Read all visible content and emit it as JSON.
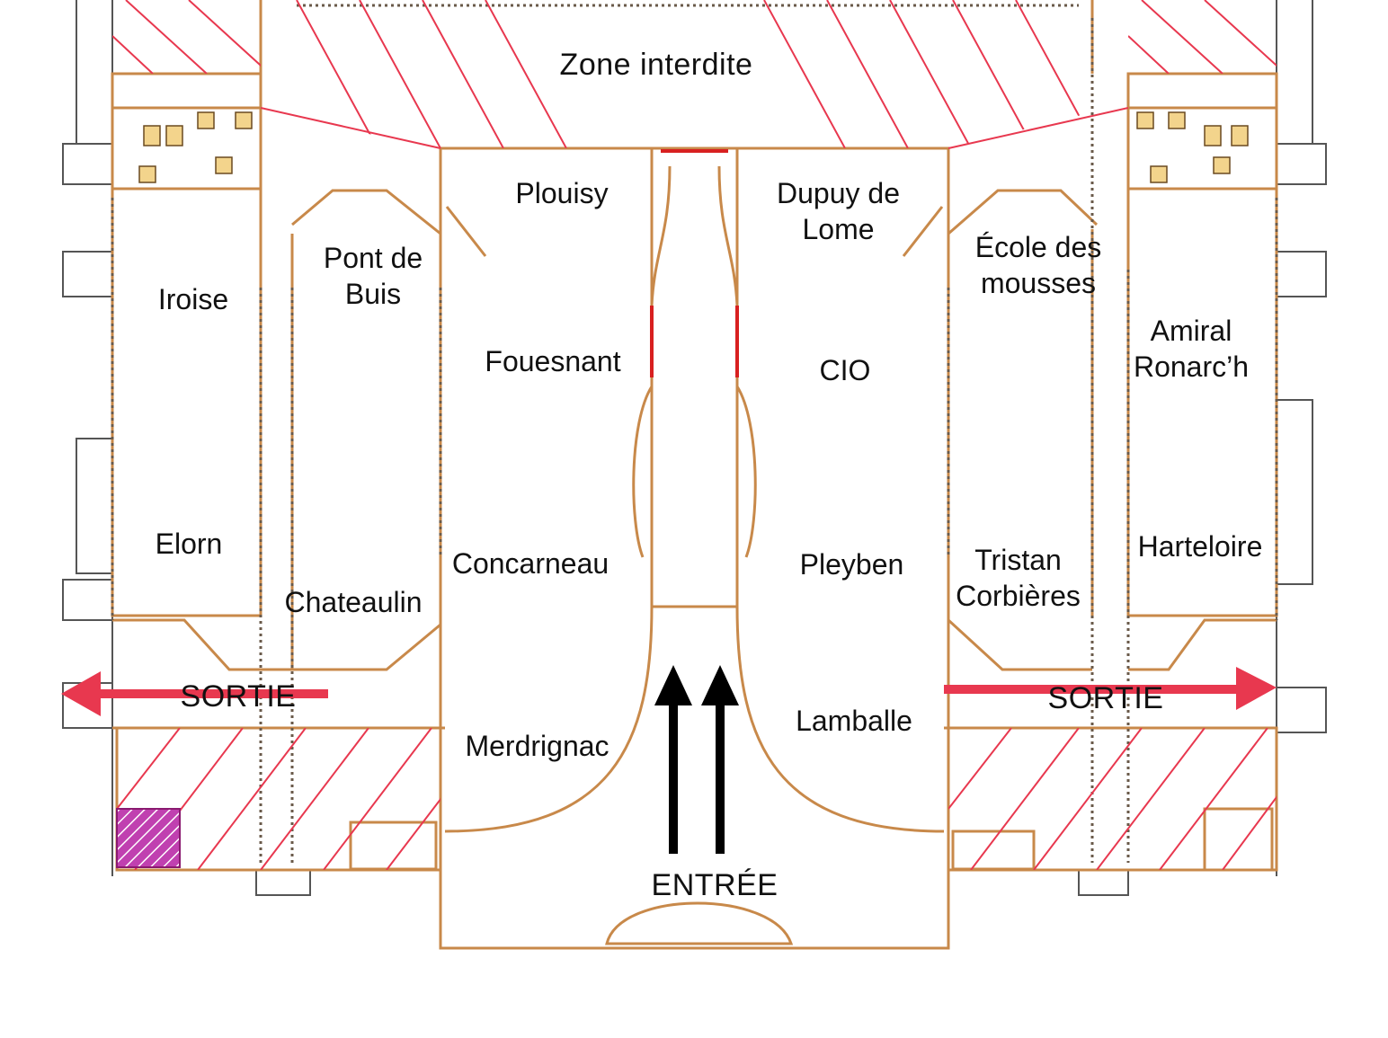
{
  "zones": {
    "forbidden": "Zone interdite"
  },
  "rooms": {
    "plouisy": "Plouisy",
    "dupuy": "Dupuy de\nLome",
    "pont_de_buis": "Pont de\nBuis",
    "iroise": "Iroise",
    "ecole": "École des\nmousses",
    "amiral": "Amiral\nRonarc’h",
    "fouesnant": "Fouesnant",
    "cio": "CIO",
    "elorn": "Elorn",
    "concarneau": "Concarneau",
    "pleyben": "Pleyben",
    "tristan": "Tristan\nCorbières",
    "harteloire": "Harteloire",
    "chateaulin": "Chateaulin",
    "merdrignac": "Merdrignac",
    "lamballe": "Lamballe"
  },
  "signs": {
    "exit_left": "SORTIE",
    "exit_right": "SORTIE",
    "entrance": "ENTRÉE"
  },
  "colors": {
    "wall": "#c8894a",
    "hatch": "#e8384f",
    "arrow_exit": "#e8384f",
    "arrow_entry": "#000000",
    "storage_fill": "#b0289a"
  }
}
